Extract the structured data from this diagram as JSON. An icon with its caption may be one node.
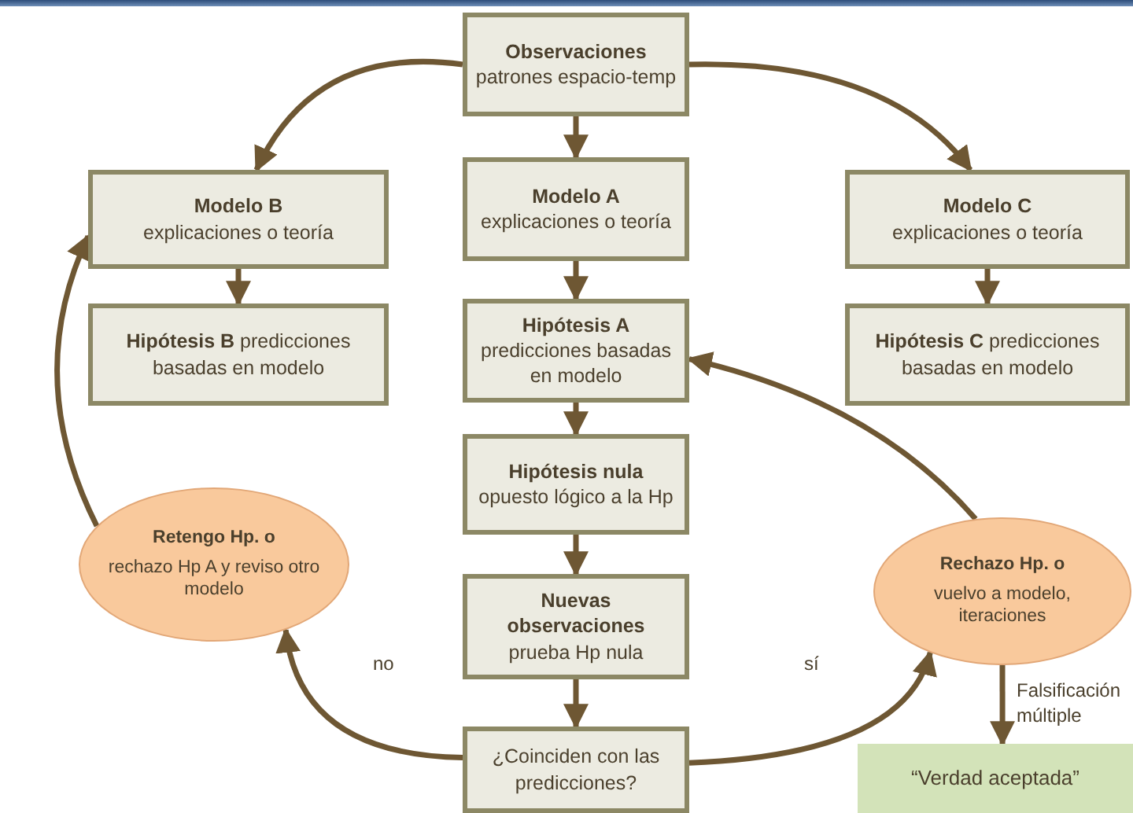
{
  "diagram": {
    "nodes": [
      {
        "text": [
          "Observaciones",
          "patrones espacio-temp"
        ]
      },
      {
        "text": [
          "Modelo B",
          "explicaciones o teoría"
        ]
      },
      {
        "text": [
          "Modelo A",
          "explicaciones o teoría"
        ]
      },
      {
        "text": [
          "Modelo C",
          "explicaciones o teoría"
        ]
      },
      {
        "text": [
          "**Hipótesis B** predicciones basadas en modelo"
        ]
      },
      {
        "text": [
          "Hipótesis A",
          "predicciones basadas en modelo"
        ]
      },
      {
        "text": [
          "**Hipótesis C** predicciones basadas en modelo"
        ]
      },
      {
        "text": [
          "Hipótesis nula",
          "opuesto lógico a la Hp"
        ]
      },
      {
        "text": [
          "Nuevas observaciones",
          "prueba Hp nula"
        ]
      },
      {
        "text": [
          "Retengo Hp. o",
          "rechazo Hp A y reviso otro modelo"
        ]
      },
      {
        "text": [
          "Rechazo Hp. o",
          "vuelvo a modelo, iteraciones"
        ]
      },
      {
        "text": [
          "¿Coinciden con las predicciones?"
        ]
      },
      {
        "text": [
          "“Verdad aceptada”"
        ]
      }
    ],
    "edges": [
      {
        "from": 0,
        "to": 1,
        "arrow": "to"
      },
      {
        "from": 0,
        "to": 3,
        "arrow": "to"
      },
      {
        "from": 0,
        "to": 2,
        "arrow": "to"
      },
      {
        "from": 1,
        "to": 4,
        "arrow": "to"
      },
      {
        "from": 2,
        "to": 5,
        "arrow": "to"
      },
      {
        "from": 3,
        "to": 6,
        "arrow": "to"
      },
      {
        "from": 5,
        "to": 7,
        "arrow": "to"
      },
      {
        "from": 7,
        "to": 8,
        "arrow": "to"
      },
      {
        "from": 8,
        "to": 11,
        "arrow": "to"
      },
      {
        "from": 11,
        "to": 9,
        "label": "no",
        "arrow": "to"
      },
      {
        "from": 11,
        "to": 10,
        "label": "sí",
        "arrow": "to"
      },
      {
        "from": 9,
        "to": 1,
        "arrow": "to"
      },
      {
        "from": 10,
        "to": 5,
        "arrow": "to"
      },
      {
        "from": 10,
        "to": 12,
        "label": "Falsificación múltiple",
        "arrow": "to"
      }
    ]
  }
}
